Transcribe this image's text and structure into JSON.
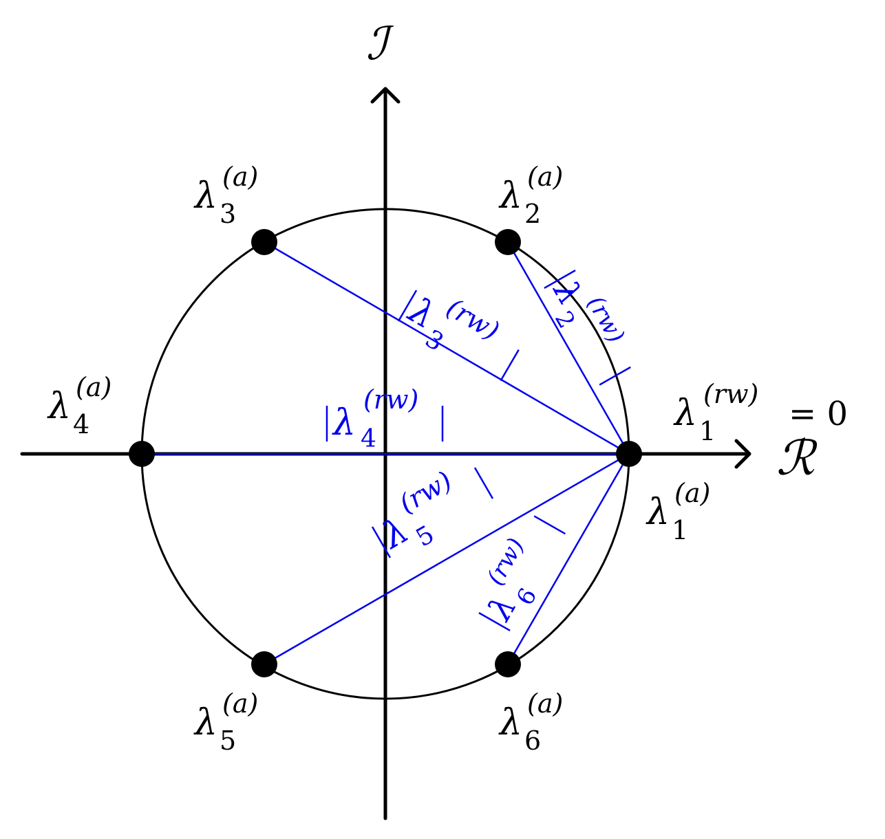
{
  "axes": {
    "imag_label": "ℐ",
    "real_label": "ℛ"
  },
  "eigen_a": [
    {
      "sym": "λ",
      "sub": "1",
      "sup": "(a)"
    },
    {
      "sym": "λ",
      "sub": "2",
      "sup": "(a)"
    },
    {
      "sym": "λ",
      "sub": "3",
      "sup": "(a)"
    },
    {
      "sym": "λ",
      "sub": "4",
      "sup": "(a)"
    },
    {
      "sym": "λ",
      "sub": "5",
      "sup": "(a)"
    },
    {
      "sym": "λ",
      "sub": "6",
      "sup": "(a)"
    }
  ],
  "eigen_rw_first": {
    "sym": "λ",
    "sub": "1",
    "sup": "(rw)",
    "eq": "= 0"
  },
  "chord_labels": [
    {
      "bar": "|",
      "sym": "λ",
      "sub": "2",
      "sup": "(rw)"
    },
    {
      "bar": "|",
      "sym": "λ",
      "sub": "3",
      "sup": "(rw)"
    },
    {
      "bar": "|",
      "sym": "λ",
      "sub": "4",
      "sup": "(rw)"
    },
    {
      "bar": "|",
      "sym": "λ",
      "sub": "5",
      "sup": "(rw)"
    },
    {
      "bar": "|",
      "sym": "λ",
      "sub": "6",
      "sup": "(rw)"
    }
  ],
  "colors": {
    "chord": "#0000ee",
    "axis": "#000000",
    "point": "#000000"
  }
}
